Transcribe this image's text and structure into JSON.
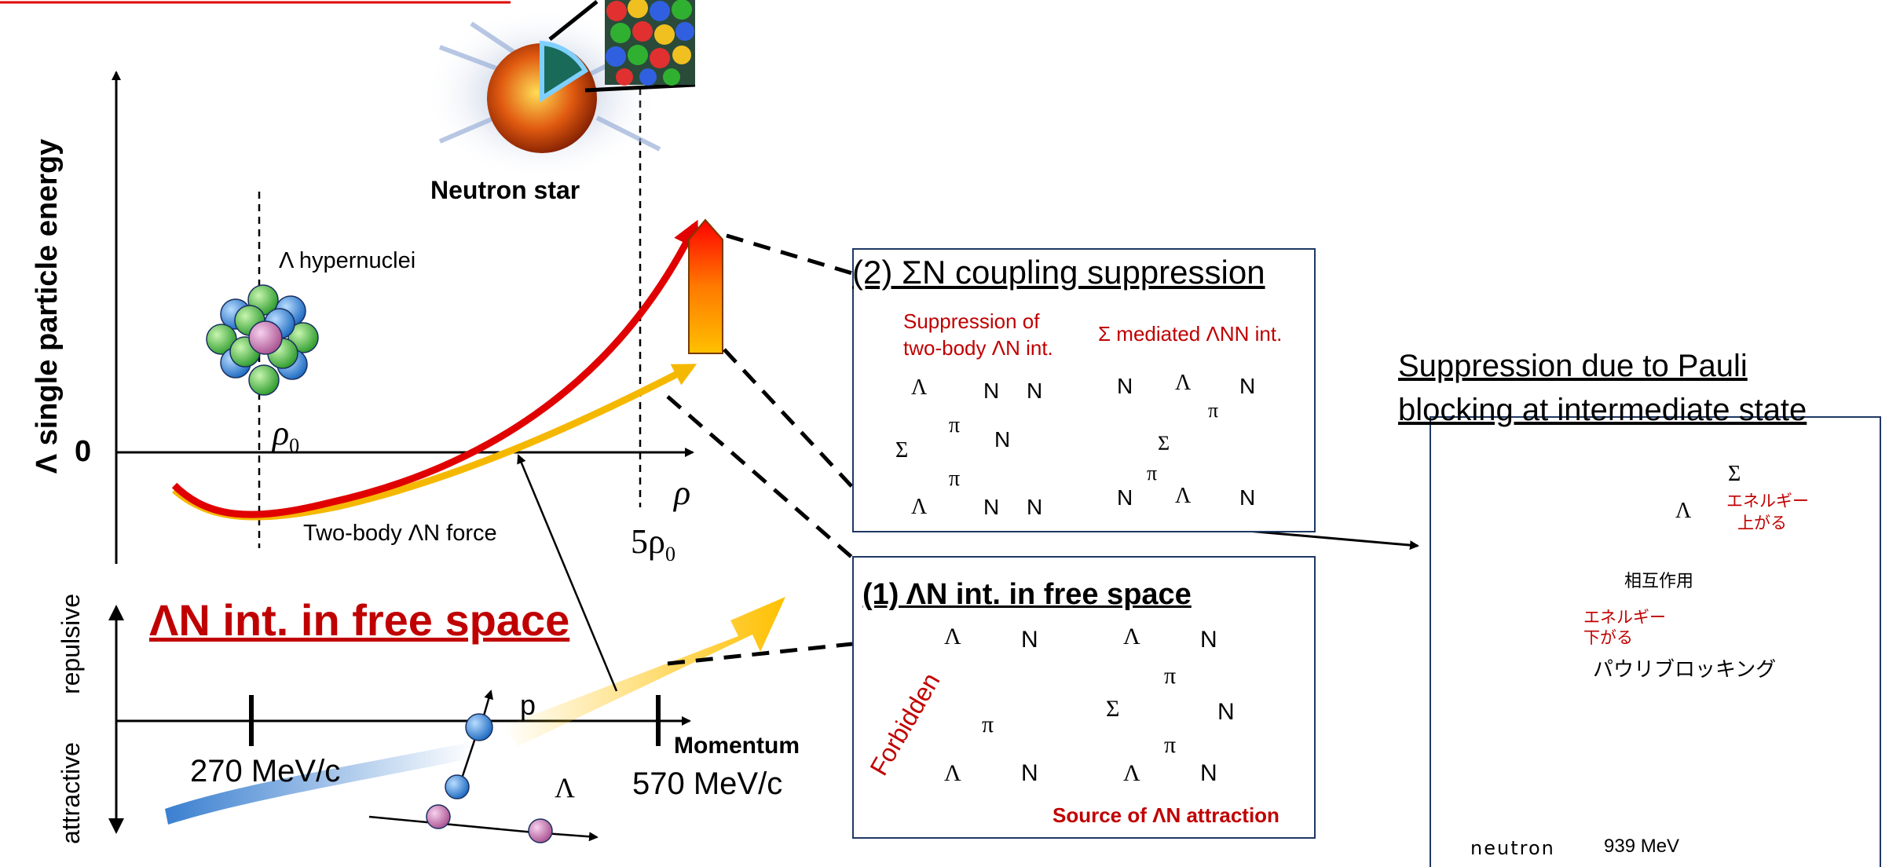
{
  "colors": {
    "red_curve": "#e00000",
    "yellow_curve": "#f5b800",
    "box_border": "#1f3864",
    "accent_red": "#c00000",
    "spin_green": "#00a651",
    "sigma_purple": "#7030a0"
  },
  "energy_axis": {
    "ylabel": "Λ single particle energy",
    "zero_label": "0",
    "rho0_label": "ρ",
    "rho0_sub": "0",
    "rho_label": "ρ",
    "five_rho0_label": "5ρ",
    "five_rho0_sub": "0",
    "hypernuclei_label": "Λ hypernuclei",
    "neutron_star_label": "Neutron star",
    "two_body_label": "Two-body ΛN force"
  },
  "momentum_axis": {
    "repulsive_label": "repulsive",
    "attractive_label": "attractive",
    "title": "ΛN int. in free space",
    "tick_270": "270 MeV/c",
    "tick_570": "570 MeV/c",
    "momentum_label": "Momentum",
    "p_label": "p",
    "lambda_label": "Λ"
  },
  "box_sigma": {
    "title": "(2) ΣN coupling suppression",
    "left_caption_1": "Suppression of",
    "left_caption_2": "two-body ΛN int.",
    "right_caption": "Σ mediated ΛNN int.",
    "d1": {
      "top_l": "Λ",
      "top_m": "N",
      "top_r": "N",
      "bot_l": "Λ",
      "bot_m": "N",
      "bot_r": "N",
      "sigma": "Σ",
      "pi1": "π",
      "pi2": "π",
      "n_mid": "N"
    },
    "d2": {
      "top_l": "N",
      "top_m": "Λ",
      "top_r": "N",
      "bot_l": "N",
      "bot_m": "Λ",
      "bot_r": "N",
      "sigma": "Σ",
      "pi1": "π",
      "pi2": "π"
    }
  },
  "box_free": {
    "title": "(1) ΛN int. in free space",
    "forbidden": "Forbidden",
    "source_label": "Source of ΛN attraction",
    "d1": {
      "top_l": "Λ",
      "top_r": "N",
      "bot_l": "Λ",
      "bot_r": "N",
      "pi": "π"
    },
    "d2": {
      "top_l": "Λ",
      "top_r": "N",
      "bot_l": "Λ",
      "bot_r": "N",
      "sigma": "Σ",
      "pi1": "π",
      "pi2": "π",
      "n_mid": "N"
    }
  },
  "pauli": {
    "title_1": "Suppression due to Pauli",
    "title_2": "blocking at intermediate state",
    "sigma_label": "Σ",
    "lambda_label": "Λ",
    "energy_up_1": "エネルギー",
    "energy_up_2": "上がる",
    "interaction": "相互作用",
    "energy_down_1": "エネルギー",
    "energy_down_2": "下がる",
    "pauli_blocking": "パウリブロッキング",
    "neutron": "neutron",
    "energy_939": "939 MeV"
  }
}
